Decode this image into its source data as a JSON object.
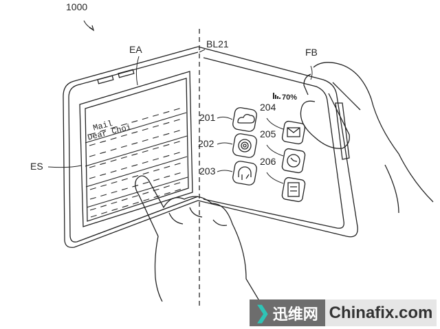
{
  "figure": {
    "reference": "1000",
    "labels": {
      "ea": "EA",
      "bl21": "BL21",
      "fb": "FB",
      "es": "ES"
    },
    "screen_text": {
      "line1": "Mail",
      "line2": "Dear Choi"
    },
    "status": {
      "battery": "70%",
      "signal_icon": "signal-bars-icon"
    },
    "icons": [
      {
        "ref": "201",
        "icon": "cloud-icon"
      },
      {
        "ref": "202",
        "icon": "camera-lens-icon"
      },
      {
        "ref": "203",
        "icon": "headphones-icon"
      },
      {
        "ref": "204",
        "icon": "mail-icon"
      },
      {
        "ref": "205",
        "icon": "clock-icon"
      },
      {
        "ref": "206",
        "icon": "gallery-icon"
      }
    ]
  },
  "watermark": {
    "cn": "迅维网",
    "en": "Chinafix.com",
    "accent": "#2ec4b6"
  }
}
